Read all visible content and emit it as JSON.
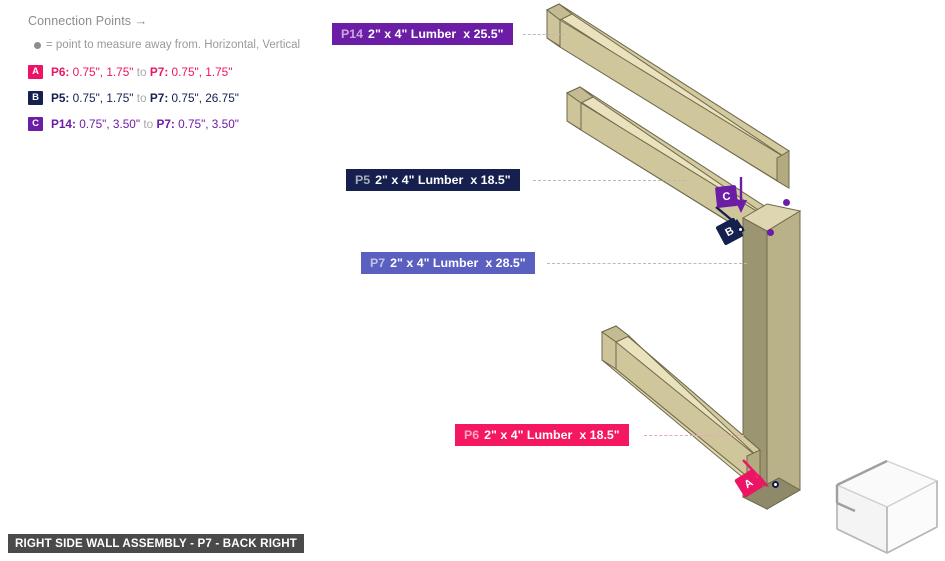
{
  "legend": {
    "heading": "Connection Points →",
    "note": "= point to measure away from. Horizontal, Vertical",
    "rows": [
      {
        "badge": "A",
        "badge_color": "#ec1464",
        "from_part": "P6:",
        "from_coords": " 0.75\", 1.75\"",
        "to_word": " to ",
        "to_part": "P7:",
        "to_coords": " 0.75\", 1.75\"",
        "text_color": "#ec1464"
      },
      {
        "badge": "B",
        "badge_color": "#15204f",
        "from_part": "P5:",
        "from_coords": " 0.75\", 1.75\"",
        "to_word": " to ",
        "to_part": "P7:",
        "to_coords": " 0.75\", 26.75\"",
        "text_color": "#15204f"
      },
      {
        "badge": "C",
        "badge_color": "#6c1da6",
        "from_part": "P14:",
        "from_coords": " 0.75\", 3.50\"",
        "to_word": " to ",
        "to_part": "P7:",
        "to_coords": " 0.75\", 3.50\"",
        "text_color": "#6c1da6"
      }
    ]
  },
  "callouts": [
    {
      "id": "P14",
      "desc": "2\" x 4\" Lumber",
      "qty": "x 25.5\"",
      "color": "#6c1da6"
    },
    {
      "id": "P5",
      "desc": "2\" x 4\" Lumber",
      "qty": "x 18.5\"",
      "color": "#15204f"
    },
    {
      "id": "P7",
      "desc": "2\" x 4\" Lumber",
      "qty": "x 28.5\"",
      "color": "#5a5fc0"
    },
    {
      "id": "P6",
      "desc": "2\" x 4\" Lumber",
      "qty": "x 18.5\"",
      "color": "#f5175f"
    }
  ],
  "markers": [
    {
      "label": "C",
      "color": "#6c1da6"
    },
    {
      "label": "B",
      "color": "#15204f"
    },
    {
      "label": "A",
      "color": "#ec1464"
    }
  ],
  "footer": {
    "title": "RIGHT SIDE WALL ASSEMBLY - P7 - BACK RIGHT"
  },
  "colors": {
    "lumber_top": "#e9e2bd",
    "lumber_face": "#d8cfa4",
    "lumber_side": "#b2ab80",
    "lumber_post_dark": "#9b9671",
    "lumber_post_light": "#b9b289",
    "outline": "#6f6a4c",
    "leader": "#b9b9b9",
    "thumbnail": "#d9d9d9"
  }
}
